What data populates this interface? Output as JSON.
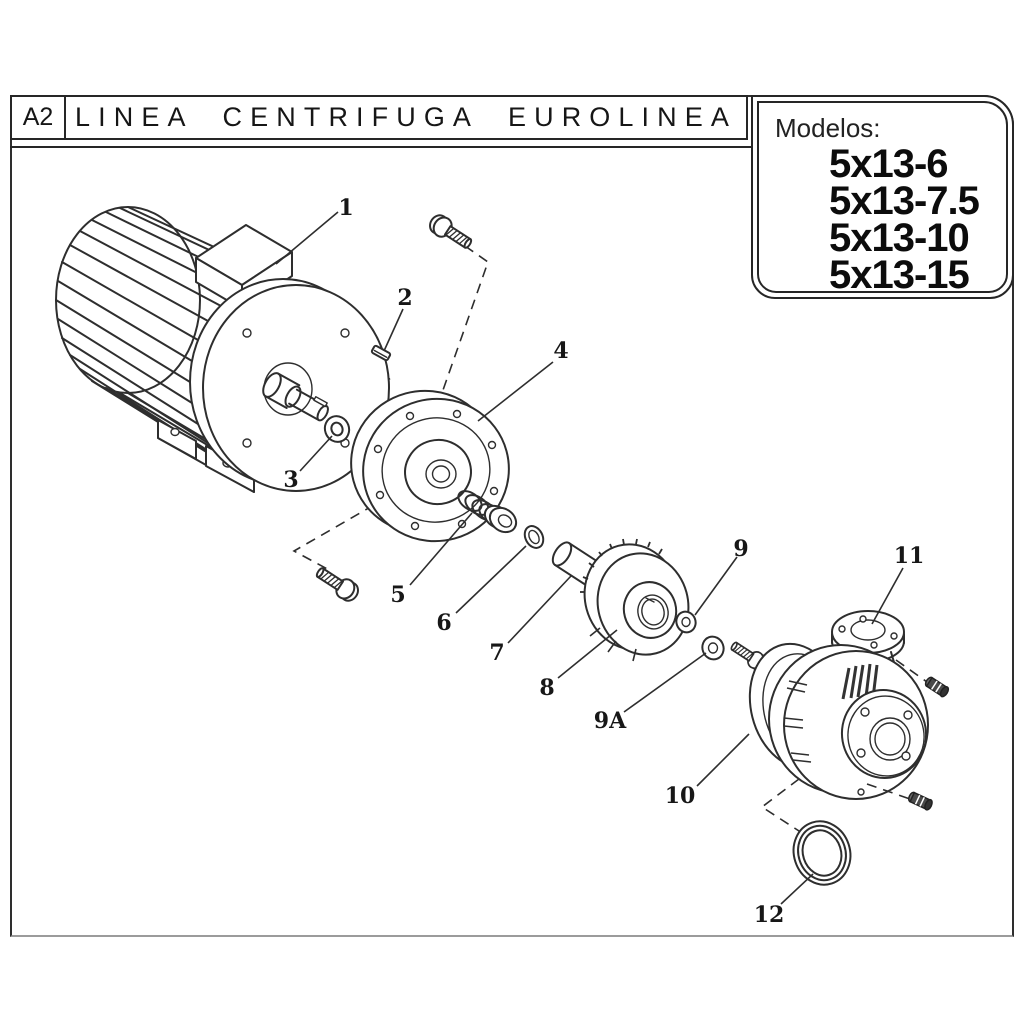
{
  "header": {
    "sheet_code": "A2",
    "title": "LINEA CENTRIFUGA EUROLINEA"
  },
  "models_box": {
    "label": "Modelos:",
    "models": [
      "5x13-6",
      "5x13-7.5",
      "5x13-10",
      "5x13-15"
    ]
  },
  "diagram": {
    "type": "exploded-parts-diagram",
    "description": "Exploded view of a centrifugal pump with electric motor, numbered callouts",
    "part_labels": [
      "1",
      "2",
      "3",
      "4",
      "5",
      "6",
      "7",
      "8",
      "9",
      "9A",
      "10",
      "11",
      "12"
    ]
  },
  "colors": {
    "ink": "#2e2e2e",
    "background": "#ffffff"
  }
}
